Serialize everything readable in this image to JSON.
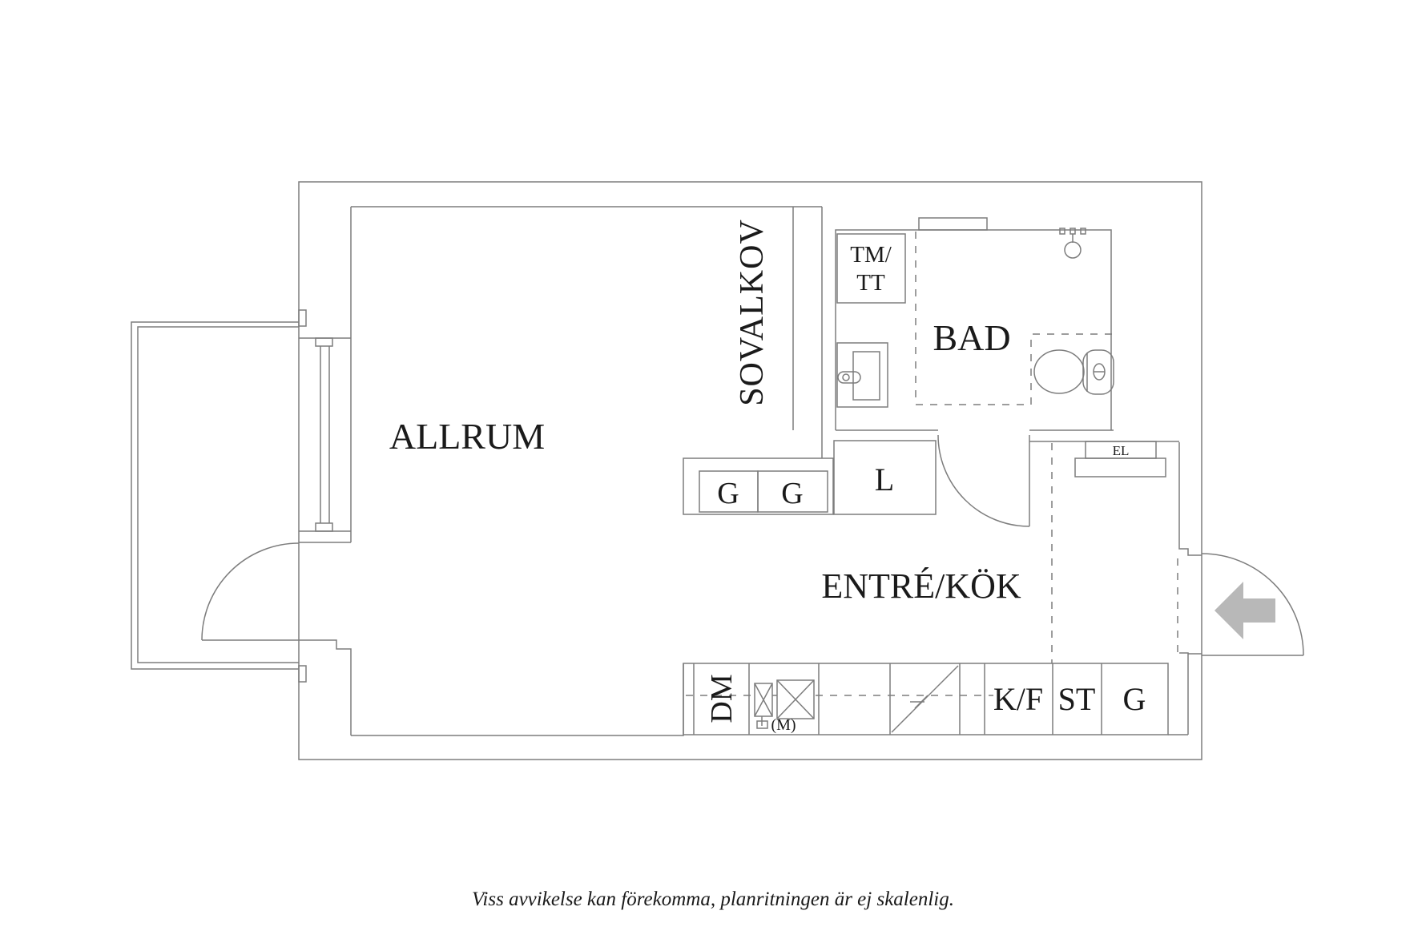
{
  "plan": {
    "rooms": {
      "allrum": "ALLRUM",
      "sovalkov": "SOVALKOV",
      "bad": "BAD",
      "entre_kok": "ENTRÉ/KÖK"
    },
    "fixtures": {
      "tm_tt_line1": "TM/",
      "tm_tt_line2": "TT",
      "wardrobe_1": "G",
      "wardrobe_2": "G",
      "linen_closet": "L",
      "electrical": "EL",
      "dishwasher": "DM",
      "micro": "(M)",
      "fridge_freezer": "K/F",
      "pantry": "ST",
      "kitchen_wardrobe": "G"
    },
    "icons": {
      "entry_arrow": "entry-direction-arrow",
      "toilet": "toilet-icon",
      "sink": "sink-icon",
      "ceiling_lamp": "lamp-icon",
      "stove": "stove-diagonal-icon",
      "basins": "kitchen-sink-basins-icon"
    },
    "colors": {
      "line": "#7d7d7d",
      "text": "#1a1a1a",
      "arrow": "#b8b8b8",
      "background": "#ffffff"
    },
    "footer": {
      "disclaimer": "Viss avvikelse kan förekomma, planritningen är ej skalenlig."
    }
  }
}
